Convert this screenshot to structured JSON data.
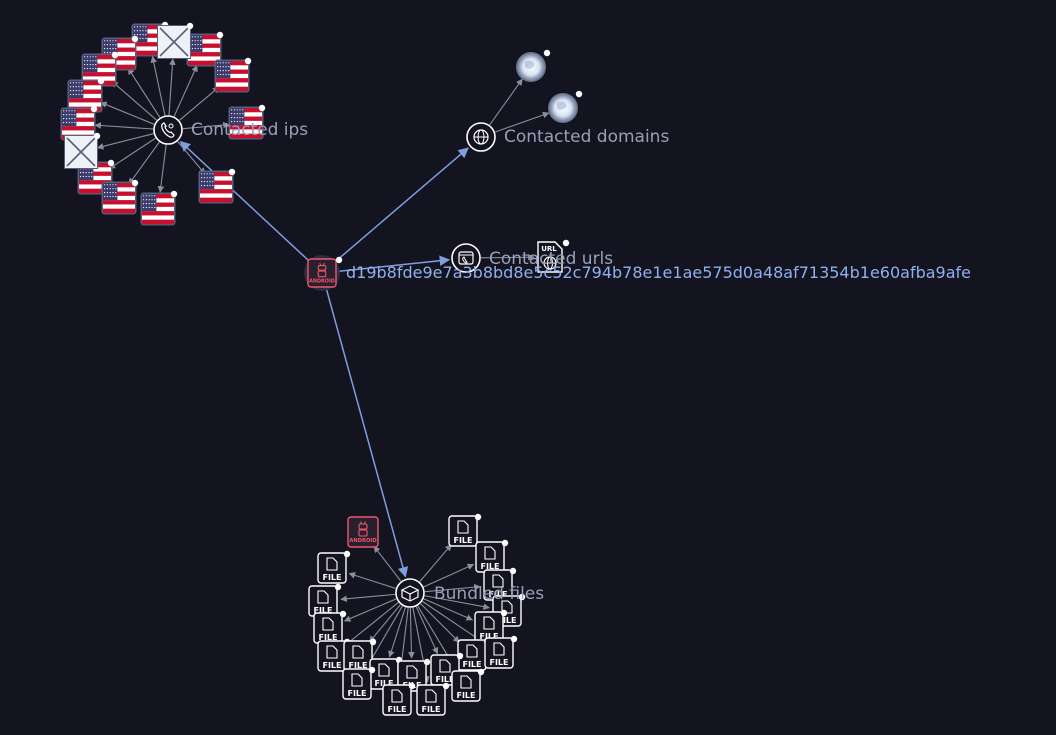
{
  "colors": {
    "background": "#141421",
    "edge_primary": "#7e9ee0",
    "edge_secondary": "#8a8f9c",
    "android": "#e8596c",
    "label": "#97a0b8",
    "main_label": "#8fb0ec",
    "icon": "#ffffff"
  },
  "graph": {
    "main_node": {
      "label": "d19b8fde9e7a3b8bd8e5c52c794b78e1e1ae575d0a48af71354b1e60afba9afe",
      "icon": "android-icon",
      "badge_text": "ANDROID"
    },
    "relationships": [
      {
        "id": "ips",
        "label": "Contacted ips",
        "icon": "phone-pin-icon"
      },
      {
        "id": "domains",
        "label": "Contacted domains",
        "icon": "phone-globe-icon"
      },
      {
        "id": "urls",
        "label": "Contacted urls",
        "icon": "phone-window-icon"
      },
      {
        "id": "bundled",
        "label": "Bundled files",
        "icon": "box-icon"
      }
    ],
    "entity_text": {
      "file": "FILE",
      "url": "URL",
      "android": "ANDROID"
    },
    "entity_icons": {
      "flag": "us-flag-icon",
      "unknown": "unknown-ip-icon",
      "globe": "globe-icon",
      "url": "url-file-icon",
      "file": "file-icon",
      "android": "android-icon"
    }
  }
}
